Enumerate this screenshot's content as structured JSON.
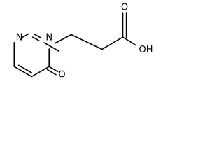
{
  "atoms": {
    "ring_n_top": "N",
    "ring_n_sub": "N",
    "carbonyl_o_ring": "O",
    "acid_o_top": "O",
    "acid_oh": "OH"
  }
}
